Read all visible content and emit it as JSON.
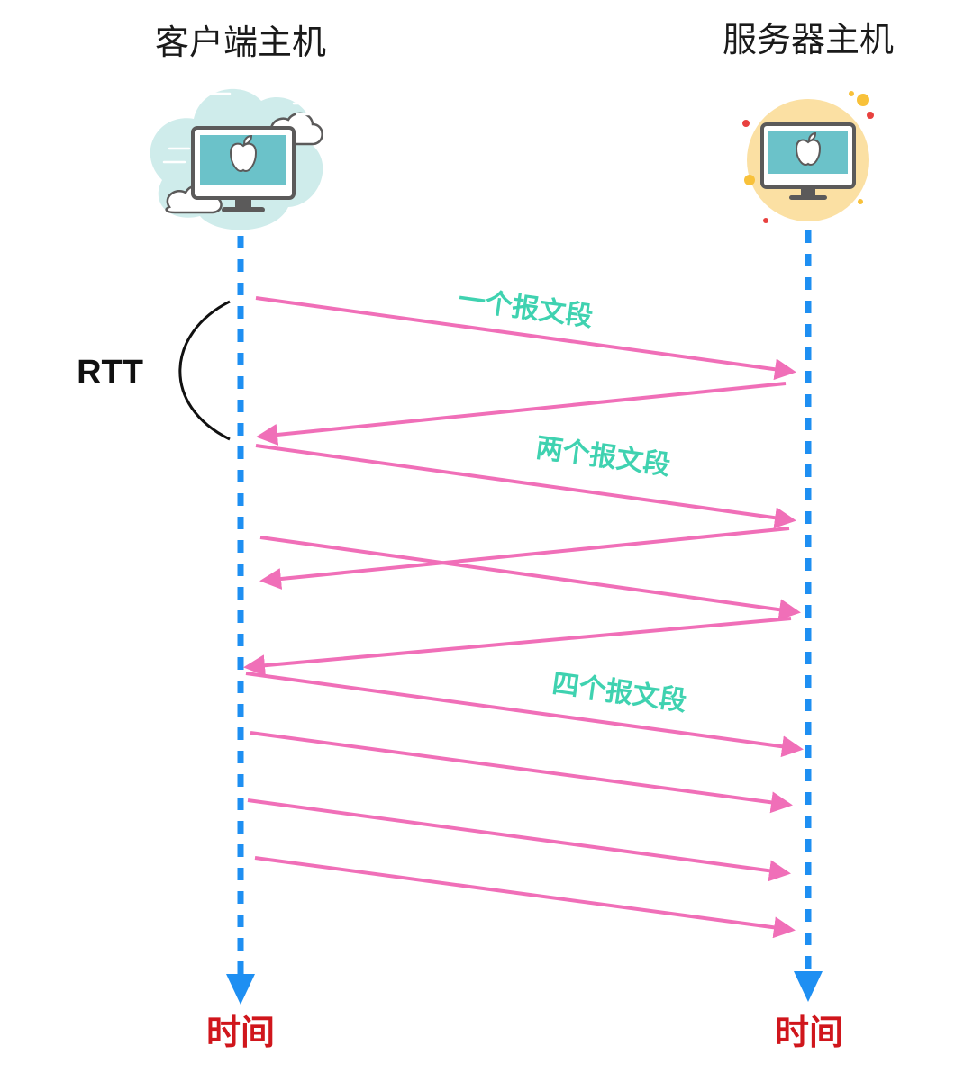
{
  "hosts": {
    "client": {
      "title": "客户端主机",
      "time_label": "时间"
    },
    "server": {
      "title": "服务器主机",
      "time_label": "时间"
    }
  },
  "rtt_label": "RTT",
  "segment_labels": {
    "one": "一个报文段",
    "two": "两个报文段",
    "four": "四个报文段"
  },
  "colors": {
    "timeline": "#1e8ff2",
    "arrow": "#f06fb8",
    "segment_text": "#3fd2b0",
    "time_text": "#d0161c",
    "client_cloud": "#cfeceb",
    "server_circle": "#fbe0a3",
    "monitor_screen": "#6bc2c9",
    "monitor_frame": "#5b5a5a"
  },
  "icons": {
    "client": "monitor-with-cloud-icon",
    "server": "monitor-with-sun-icon"
  }
}
